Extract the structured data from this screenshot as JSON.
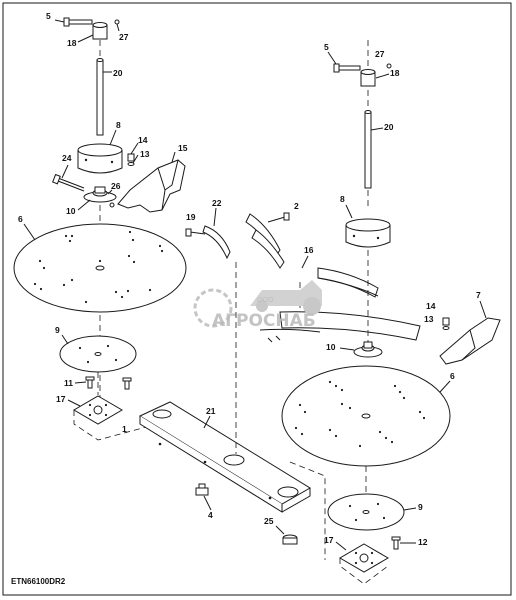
{
  "diagram": {
    "code": "ETN66100DR2",
    "callouts": {
      "c1": "1",
      "c2": "2",
      "c4": "4",
      "c5a": "5",
      "c5b": "5",
      "c6a": "6",
      "c6b": "6",
      "c7": "7",
      "c8a": "8",
      "c8b": "8",
      "c9a": "9",
      "c9b": "9",
      "c10a": "10",
      "c10b": "10",
      "c11": "11",
      "c12": "12",
      "c13a": "13",
      "c13b": "13",
      "c14a": "14",
      "c14b": "14",
      "c15": "15",
      "c16": "16",
      "c17a": "17",
      "c17b": "17",
      "c18a": "18",
      "c18b": "18",
      "c19": "19",
      "c20a": "20",
      "c20b": "20",
      "c21": "21",
      "c22": "22",
      "c24": "24",
      "c25": "25",
      "c26": "26",
      "c27a": "27",
      "c27b": "27"
    }
  },
  "watermark": {
    "brand": "АГРОСНАБ",
    "prefix": "ООО"
  }
}
